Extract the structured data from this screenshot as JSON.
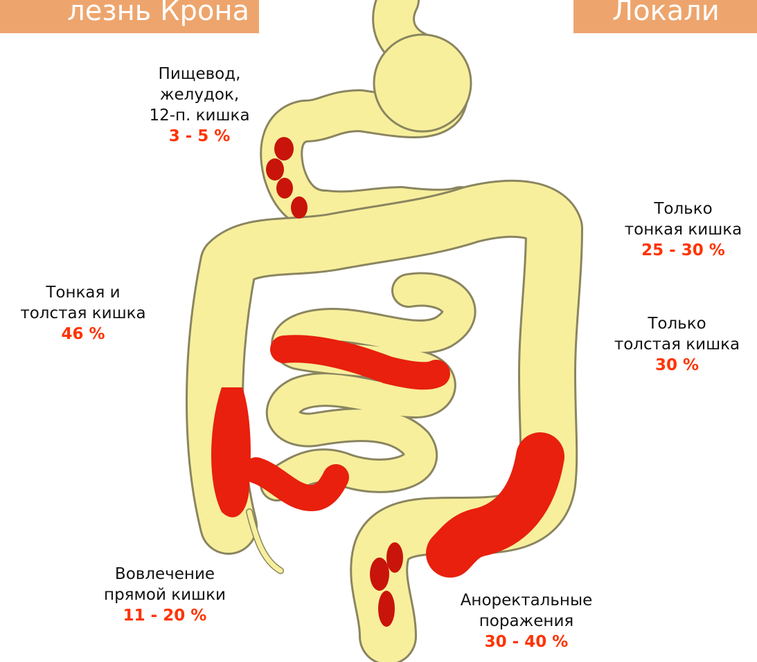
{
  "titles": {
    "left": "лезнь Крона",
    "right": "Локали"
  },
  "labels": {
    "upper_gi": {
      "lines": [
        "Пищевод,",
        "желудок,",
        "12-п. кишка"
      ],
      "percent": "3 - 5 %"
    },
    "small_only": {
      "lines": [
        "Только",
        "тонкая кишка"
      ],
      "percent": "25 - 30 %"
    },
    "small_and_large": {
      "lines": [
        "Тонкая и",
        "толстая кишка"
      ],
      "percent": "46 %"
    },
    "large_only": {
      "lines": [
        "Только",
        "толстая кишка"
      ],
      "percent": "30 %"
    },
    "rectum": {
      "lines": [
        "Вовлечение",
        "прямой кишки"
      ],
      "percent": "11 - 20 %"
    },
    "anorectal": {
      "lines": [
        "Аноректальные",
        "поражения"
      ],
      "percent": "30 - 40 %"
    }
  },
  "colors": {
    "title_background": "#eda56d",
    "organ_fill": "#f7ef9c",
    "organ_outline": "#8a8560",
    "lesion": "#e8200d",
    "percent_text": "#ff3300"
  }
}
